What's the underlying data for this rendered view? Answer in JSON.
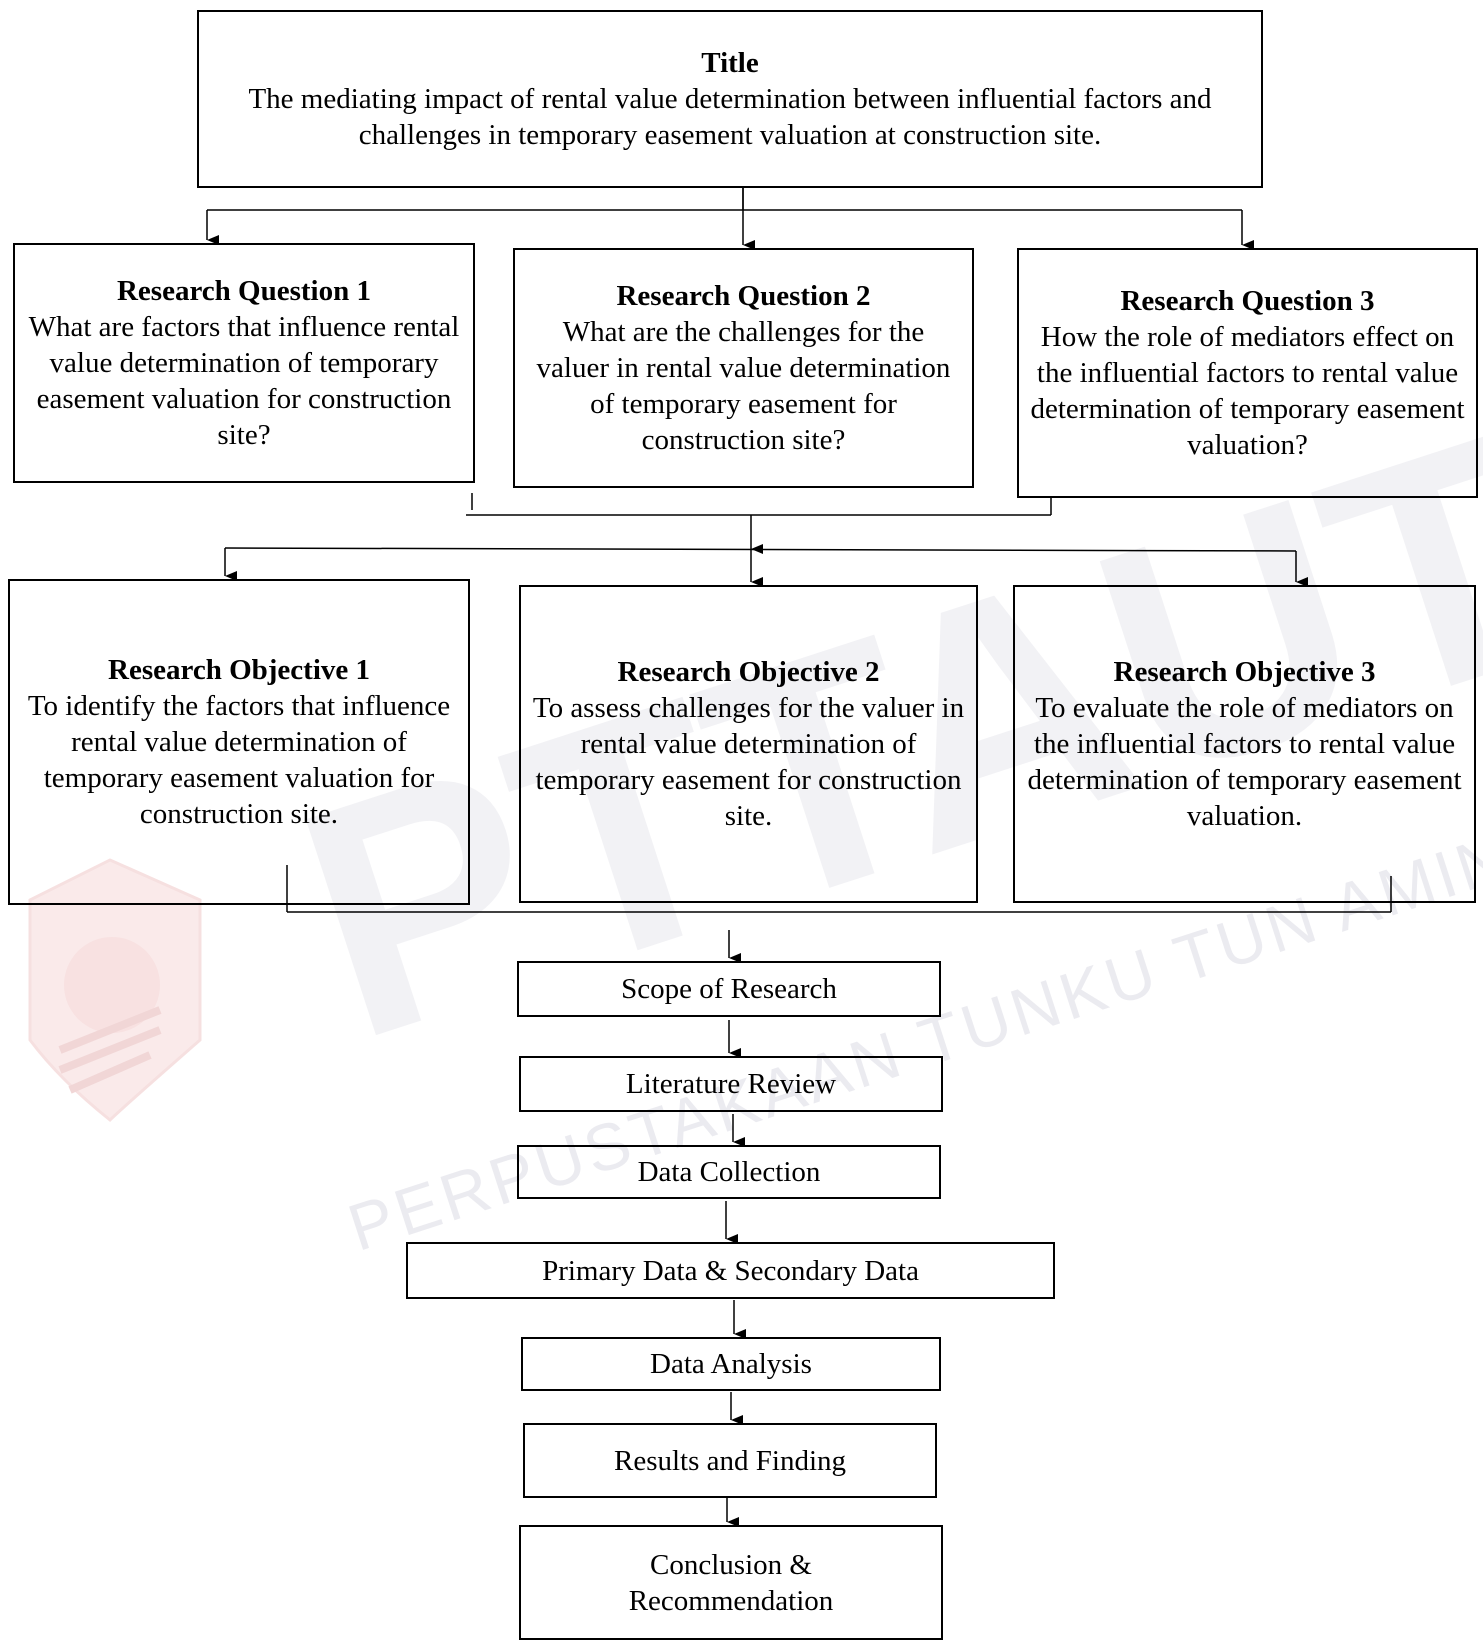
{
  "title": {
    "heading": "Title",
    "text": "The mediating impact of rental value determination between influential factors and challenges in temporary easement valuation at construction site."
  },
  "research_questions": [
    {
      "heading": "Research Question 1",
      "text": "What are factors that influence rental value determination of temporary easement valuation for construction site?"
    },
    {
      "heading": "Research Question 2",
      "text": "What are the challenges for the valuer in rental value determination of temporary easement for construction site?"
    },
    {
      "heading": "Research Question 3",
      "text": "How the role of mediators effect on the influential factors to rental value determination of temporary easement valuation?"
    }
  ],
  "research_objectives": [
    {
      "heading": "Research Objective 1",
      "text": "To identify the factors that influence rental value determination of temporary easement valuation for construction site."
    },
    {
      "heading": "Research Objective 2",
      "text": "To assess challenges for the valuer in rental value determination of temporary easement for construction site."
    },
    {
      "heading": "Research Objective 3",
      "text": "To evaluate the role of mediators on the influential factors to rental value determination of temporary easement valuation."
    }
  ],
  "steps": [
    "Scope of Research",
    "Literature Review",
    "Data Collection",
    "Primary Data & Secondary Data",
    "Data Analysis",
    "Results and Finding",
    "Conclusion & Recommendation"
  ],
  "watermark": {
    "main_text": "PTTAUTHM",
    "arc_text": "PERPUSTAKAAN TUNKU TUN AMINAH",
    "color": "#e6e6ee",
    "logo_color": "#f6dada"
  }
}
